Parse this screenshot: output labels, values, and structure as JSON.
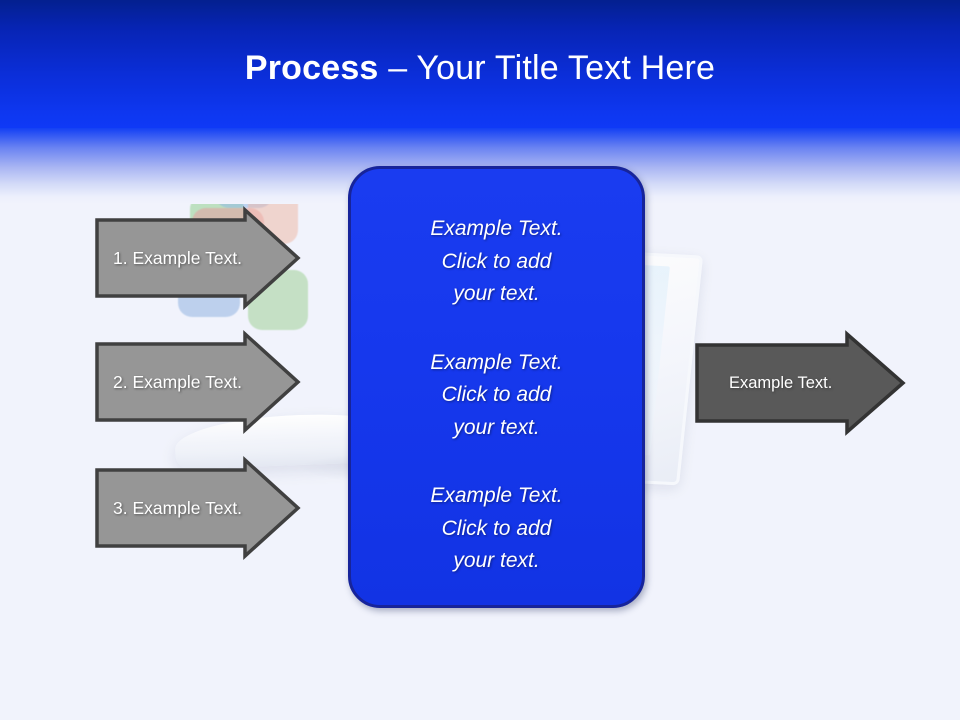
{
  "slide": {
    "title": {
      "bold_part": "Process",
      "rest_part": " – Your Title Text Here"
    },
    "background_colors": {
      "page": "#f1f3fc",
      "header_top": "#04208f",
      "header_bottom": "#0f39f6",
      "panel_fill": "#1638ed",
      "panel_border": "#17249a",
      "arrow_left_fill": "#969696",
      "arrow_left_border": "#404040",
      "arrow_right_fill": "#595959",
      "arrow_right_border": "#333333"
    }
  },
  "left_arrows": [
    {
      "label": "1. Example Text."
    },
    {
      "label": "2. Example Text."
    },
    {
      "label": "3. Example Text."
    }
  ],
  "right_arrow": {
    "label": "Example Text."
  },
  "center_panel": {
    "blocks": [
      {
        "line1": "Example Text.",
        "line2": "Click  to add",
        "line3": "your text."
      },
      {
        "line1": "Example Text.",
        "line2": "Click  to add",
        "line3": "your text."
      },
      {
        "line1": "Example Text.",
        "line2": "Click  to add",
        "line3": "your text."
      }
    ]
  }
}
